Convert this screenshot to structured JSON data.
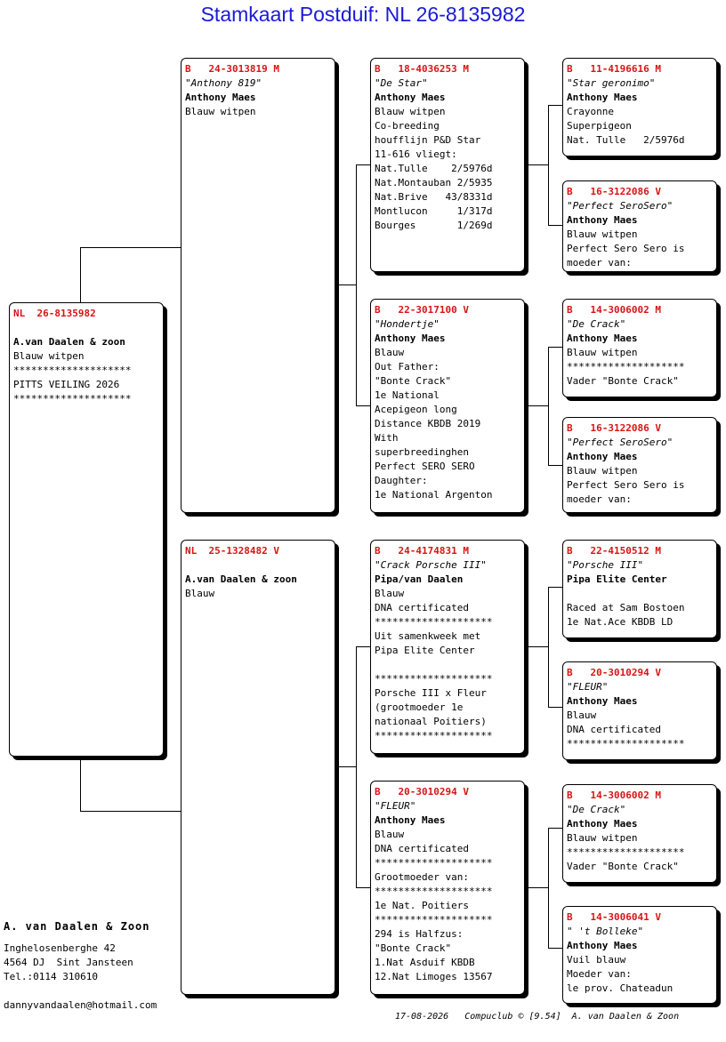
{
  "title": "Stamkaart Postduif: NL  26-8135982",
  "subject": {
    "ring": "NL  26-8135982",
    "lines": [
      "",
      "A.van Daalen & zoon",
      "Blauw witpen",
      "********************",
      "PITTS VEILING 2026",
      "********************"
    ]
  },
  "father": {
    "ring": "B   24-3013819 M",
    "name": "\"Anthony 819\"",
    "owner": "Anthony Maes",
    "lines": [
      "Blauw witpen"
    ]
  },
  "mother": {
    "ring": "NL  25-1328482 V",
    "lines": [
      "",
      "A.van Daalen & zoon",
      "Blauw"
    ]
  },
  "ff": {
    "ring": "B   18-4036253 M",
    "name": "\"De Star\"",
    "owner": "Anthony Maes",
    "lines": [
      "Blauw witpen",
      "Co-breeding",
      "houfflijn P&D Star",
      "11-616 vliegt:",
      "Nat.Tulle    2/5976d",
      "Nat.Montauban 2/5935",
      "Nat.Brive   43/8331d",
      "Montlucon     1/317d",
      "Bourges       1/269d"
    ]
  },
  "fm": {
    "ring": "B   22-3017100 V",
    "name": "\"Hondertje\"",
    "owner": "Anthony Maes",
    "lines": [
      "Blauw",
      "Out Father:",
      "\"Bonte Crack\"",
      "1e National",
      "Acepigeon long",
      "Distance KBDB 2019",
      "With",
      "superbreedinghen",
      "Perfect SERO SERO",
      "Daughter:",
      "1e National Argenton"
    ]
  },
  "mf": {
    "ring": "B   24-4174831 M",
    "name": "\"Crack Porsche III\"",
    "owner": "Pipa/van Daalen",
    "lines": [
      "Blauw",
      "DNA certificated",
      "********************",
      "Uit samenkweek met",
      "Pipa Elite Center",
      "",
      "********************",
      "Porsche III x Fleur",
      "(grootmoeder 1e",
      "nationaal Poitiers)",
      "********************"
    ]
  },
  "mm": {
    "ring": "B   20-3010294 V",
    "name": "\"FLEUR\"",
    "owner": "Anthony Maes",
    "lines": [
      "Blauw",
      "DNA certificated",
      "********************",
      "Grootmoeder van:",
      "********************",
      "1e Nat. Poitiers",
      "********************",
      "294 is Halfzus:",
      "\"Bonte Crack\"",
      "1.Nat Asduif KBDB",
      "12.Nat Limoges 13567"
    ]
  },
  "fff": {
    "ring": "B   11-4196616 M",
    "name": "\"Star geronimo\"",
    "owner": "Anthony Maes",
    "lines": [
      "Crayonne",
      "Superpigeon",
      "Nat. Tulle   2/5976d"
    ]
  },
  "ffm": {
    "ring": "B   16-3122086 V",
    "name": "\"Perfect SeroSero\"",
    "owner": "Anthony Maes",
    "lines": [
      "Blauw witpen",
      "Perfect Sero Sero is",
      "moeder van:"
    ]
  },
  "fmf": {
    "ring": "B   14-3006002 M",
    "name": "\"De Crack\"",
    "owner": "Anthony Maes",
    "lines": [
      "Blauw witpen",
      "********************",
      "Vader \"Bonte Crack\""
    ]
  },
  "fmm": {
    "ring": "B   16-3122086 V",
    "name": "\"Perfect SeroSero\"",
    "owner": "Anthony Maes",
    "lines": [
      "Blauw witpen",
      "Perfect Sero Sero is",
      "moeder van:"
    ]
  },
  "mff": {
    "ring": "B   22-4150512 M",
    "name": "\"Porsche III\"",
    "owner": "Pipa Elite Center",
    "lines": [
      "",
      "Raced at Sam Bostoen",
      "1e Nat.Ace KBDB LD"
    ]
  },
  "mfm": {
    "ring": "B   20-3010294 V",
    "name": "\"FLEUR\"",
    "owner": "Anthony Maes",
    "lines": [
      "Blauw",
      "DNA certificated",
      "********************"
    ]
  },
  "mmf": {
    "ring": "B   14-3006002 M",
    "name": "\"De Crack\"",
    "owner": "Anthony Maes",
    "lines": [
      "Blauw witpen",
      "********************",
      "Vader \"Bonte Crack\""
    ]
  },
  "mmm": {
    "ring": "B   14-3006041 V",
    "name": "\" 't Bolleke\"",
    "owner": "Anthony Maes",
    "lines": [
      "Vuil blauw",
      "Moeder van:",
      "le prov. Chateadun"
    ]
  },
  "breeder": {
    "name": "A. van Daalen & Zoon",
    "address1": "Inghelosenberghe 42",
    "address2": "4564 DJ  Sint Jansteen",
    "phone": "Tel.:0114 310610",
    "email": "dannyvandaalen@hotmail.com"
  },
  "footer": "17-08-2026   Compuclub © [9.54]  A. van Daalen & Zoon"
}
